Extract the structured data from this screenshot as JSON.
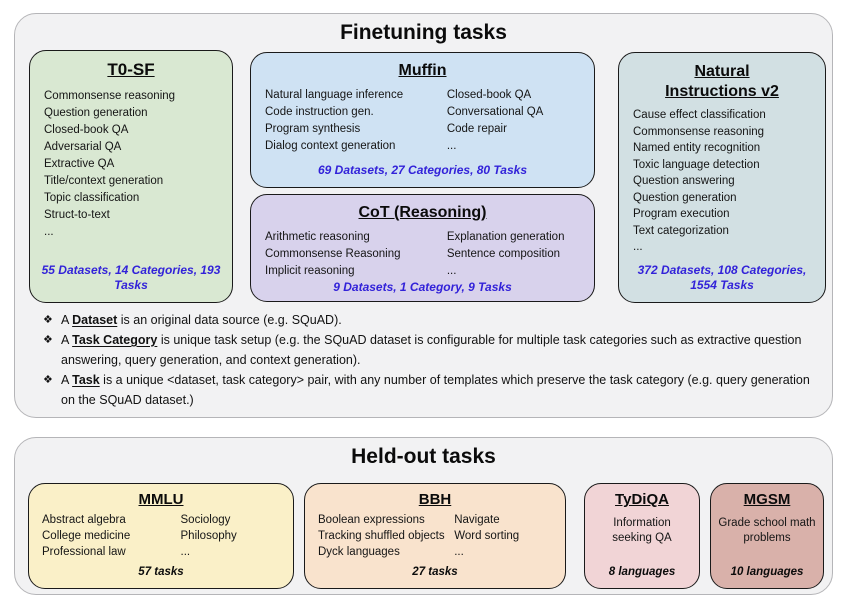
{
  "finetuning": {
    "title": "Finetuning tasks",
    "boxes": {
      "t0sf": {
        "title": "T0-SF",
        "items": [
          "Commonsense reasoning",
          "Question generation",
          "Closed-book QA",
          "Adversarial QA",
          "Extractive QA",
          "Title/context generation",
          "Topic classification",
          "Struct-to-text",
          "..."
        ],
        "stats": "55 Datasets, 14 Categories, 193 Tasks"
      },
      "muffin": {
        "title": "Muffin",
        "items_left": [
          "Natural language inference",
          "Code instruction gen.",
          "Program synthesis",
          "Dialog context generation"
        ],
        "items_right": [
          "Closed-book QA",
          "Conversational QA",
          "Code repair",
          "..."
        ],
        "stats": "69 Datasets, 27 Categories, 80 Tasks"
      },
      "cot": {
        "title": "CoT (Reasoning)",
        "items_left": [
          "Arithmetic reasoning",
          "Commonsense Reasoning",
          "Implicit reasoning"
        ],
        "items_right": [
          "Explanation generation",
          "Sentence composition",
          "..."
        ],
        "stats": "9 Datasets, 1 Category, 9 Tasks"
      },
      "niv2": {
        "title": "Natural Instructions v2",
        "items": [
          "Cause effect classification",
          "Commonsense reasoning",
          "Named entity recognition",
          "Toxic language detection",
          "Question answering",
          "Question generation",
          "Program execution",
          "Text categorization",
          "..."
        ],
        "stats": "372 Datasets, 108 Categories, 1554 Tasks"
      }
    },
    "definitions": {
      "marker": "❖",
      "bullets": [
        {
          "segments": [
            {
              "text": "A "
            },
            {
              "text": "Dataset",
              "em": true
            },
            {
              "text": " is an original data source (e.g. SQuAD)."
            }
          ]
        },
        {
          "segments": [
            {
              "text": "A "
            },
            {
              "text": "Task Category",
              "em": true
            },
            {
              "text": " is unique task setup (e.g. the SQuAD dataset is configurable for multiple task categories such as extractive question answering, query generation, and context generation)."
            }
          ]
        },
        {
          "segments": [
            {
              "text": "A "
            },
            {
              "text": "Task",
              "em": true
            },
            {
              "text": " is a unique <dataset, task category> pair, with any number of templates which preserve the task category (e.g. query generation on the SQuAD dataset.)"
            }
          ]
        }
      ]
    }
  },
  "heldout": {
    "title": "Held-out tasks",
    "boxes": {
      "mmlu": {
        "title": "MMLU",
        "items_left": [
          "Abstract algebra",
          "College medicine",
          "Professional law"
        ],
        "items_right": [
          "Sociology",
          "Philosophy",
          "..."
        ],
        "stats": "57 tasks"
      },
      "bbh": {
        "title": "BBH",
        "items_left": [
          "Boolean expressions",
          "Tracking shuffled objects",
          "Dyck languages"
        ],
        "items_right": [
          "Navigate",
          "Word sorting",
          "..."
        ],
        "stats": "27 tasks"
      },
      "tydiqa": {
        "title": "TyDiQA",
        "body": "Information seeking QA",
        "stats": "8 languages"
      },
      "mgsm": {
        "title": "MGSM",
        "body": "Grade school math problems",
        "stats": "10 languages"
      }
    }
  },
  "colors": {
    "panel_bg": "#f2f2f3",
    "panel_border": "#b5b5b8",
    "box_border": "#1a1a1a",
    "t0sf_bg": "#d9e8d2",
    "muffin_bg": "#cfe2f3",
    "cot_bg": "#d8d2ec",
    "niv2_bg": "#d2e0e3",
    "mmlu_bg": "#faf0c8",
    "bbh_bg": "#f9e3cd",
    "tydiqa_bg": "#f1d4d6",
    "mgsm_bg": "#d9b1aa",
    "stats_blue": "#3222d9"
  }
}
